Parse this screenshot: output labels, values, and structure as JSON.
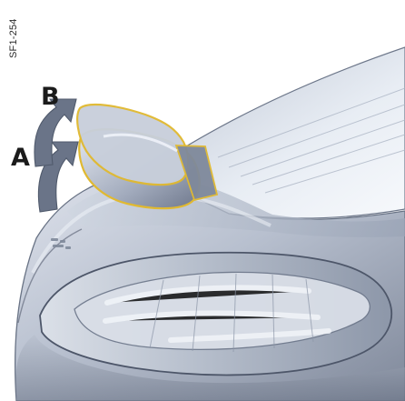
{
  "figure": {
    "code": "SF1-254",
    "labels": {
      "a": "A",
      "b": "B"
    }
  },
  "colors": {
    "background": "#ffffff",
    "body_light": "#d5d9e3",
    "body_mid": "#a7b0c0",
    "body_dark": "#687285",
    "glass_light": "#e8ecf3",
    "spoiler_outline": "#e0b931",
    "arrow_fill": "#6a7488"
  },
  "icons": {
    "arrow_a": "curved-arrow-up-icon",
    "arrow_b": "curved-arrow-up-icon"
  }
}
